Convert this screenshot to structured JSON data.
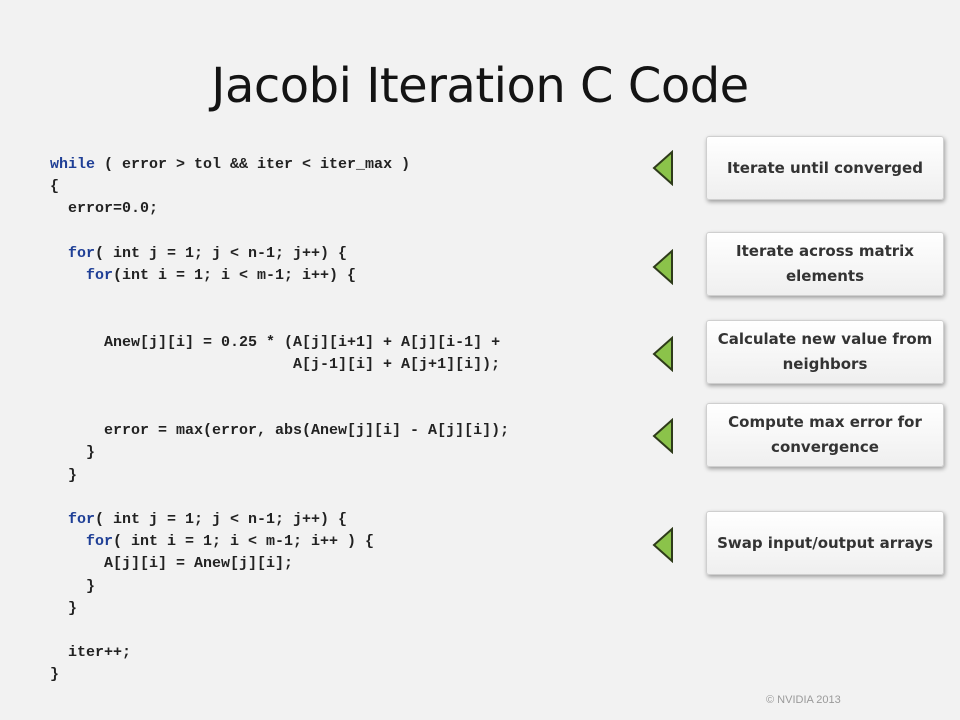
{
  "slide": {
    "title": "Jacobi Iteration C Code",
    "footer": "© NVIDIA 2013"
  },
  "code_lines": [
    {
      "kw": "while",
      "rest": " ( error > tol && iter < iter_max )"
    },
    {
      "kw": "",
      "rest": "{"
    },
    {
      "kw": "",
      "rest": "  error=0.0;"
    },
    {
      "kw": "",
      "rest": ""
    },
    {
      "kw": "  for",
      "rest": "( int j = 1; j < n-1; j++) {"
    },
    {
      "kw": "    for",
      "rest": "(int i = 1; i < m-1; i++) {"
    },
    {
      "kw": "",
      "rest": ""
    },
    {
      "kw": "",
      "rest": ""
    },
    {
      "kw": "",
      "rest": "      Anew[j][i] = 0.25 * (A[j][i+1] + A[j][i-1] +"
    },
    {
      "kw": "",
      "rest": "                           A[j-1][i] + A[j+1][i]);"
    },
    {
      "kw": "",
      "rest": ""
    },
    {
      "kw": "",
      "rest": ""
    },
    {
      "kw": "",
      "rest": "      error = max(error, abs(Anew[j][i] - A[j][i]);"
    },
    {
      "kw": "",
      "rest": "    }"
    },
    {
      "kw": "",
      "rest": "  }"
    },
    {
      "kw": "",
      "rest": ""
    },
    {
      "kw": "  for",
      "rest": "( int j = 1; j < n-1; j++) {"
    },
    {
      "kw": "    for",
      "rest": "( int i = 1; i < m-1; i++ ) {"
    },
    {
      "kw": "",
      "rest": "      A[j][i] = Anew[j][i];"
    },
    {
      "kw": "",
      "rest": "    }"
    },
    {
      "kw": "",
      "rest": "  }"
    },
    {
      "kw": "",
      "rest": ""
    },
    {
      "kw": "",
      "rest": "  iter++;"
    },
    {
      "kw": "",
      "rest": "}"
    }
  ],
  "callouts": [
    {
      "text": "Iterate until converged"
    },
    {
      "text": "Iterate across matrix elements"
    },
    {
      "text": "Calculate new value from neighbors"
    },
    {
      "text": "Compute max error for convergence"
    },
    {
      "text": "Swap input/output arrays"
    }
  ],
  "colors": {
    "keyword": "#1f3f96",
    "arrow_fill": "#8bc34a",
    "arrow_stroke": "#2e3b1a"
  }
}
